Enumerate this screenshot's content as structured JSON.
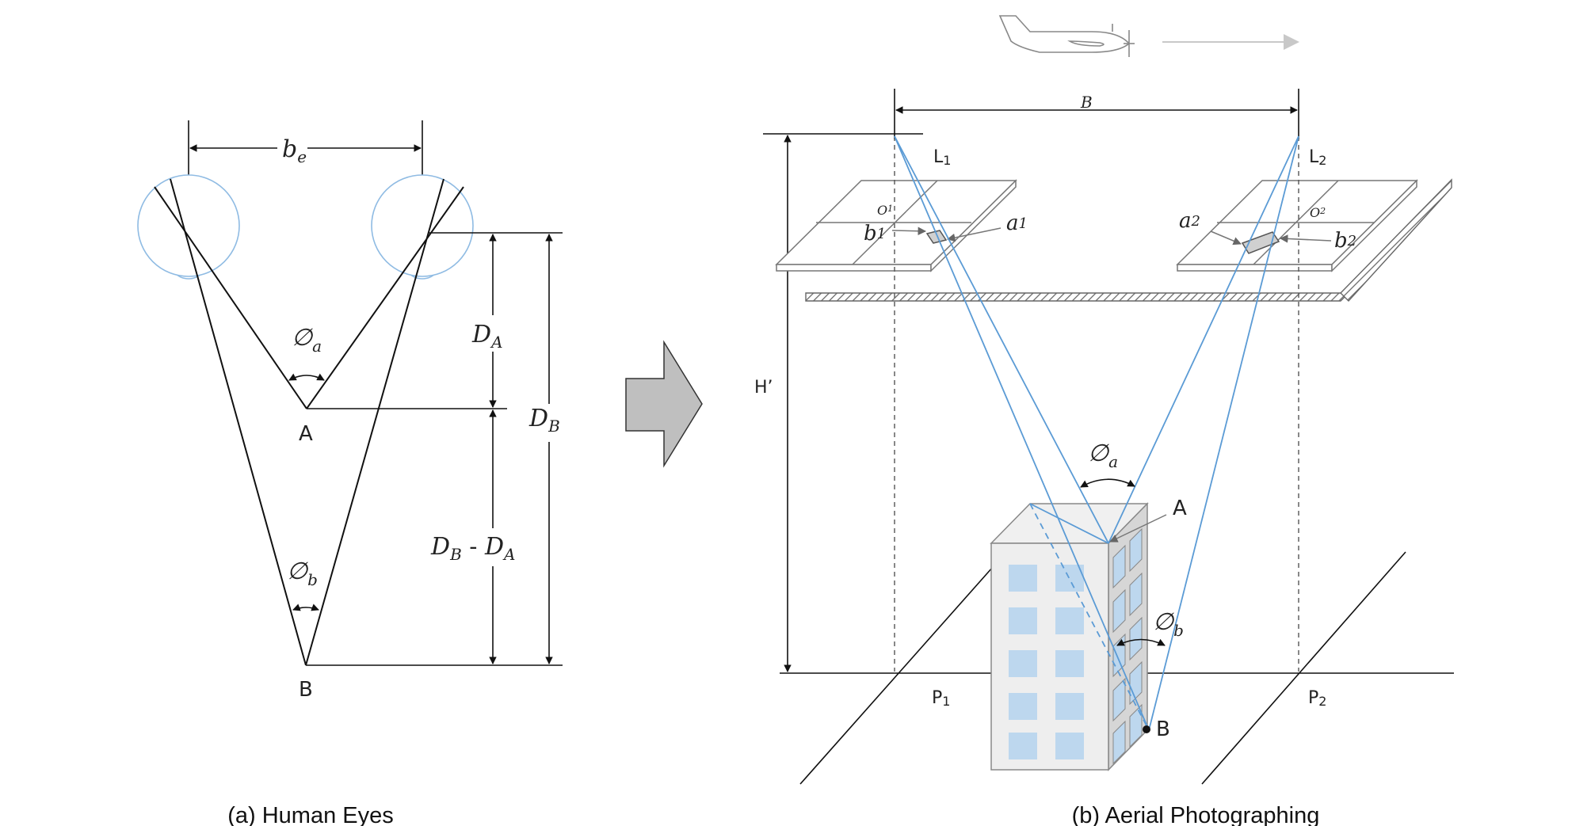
{
  "panel_a": {
    "eye_baseline_label": "b",
    "eye_baseline_sub": "e",
    "angle_a_label": "∅",
    "angle_a_sub": "a",
    "angle_b_label": "∅",
    "angle_b_sub": "b",
    "point_a": "A",
    "point_b": "B",
    "dist_a_label": "D",
    "dist_a_sub": "A",
    "dist_b_label": "D",
    "dist_b_sub": "B",
    "diff_label_1": "D",
    "diff_sub_1": "B",
    "diff_dash": " - ",
    "diff_label_2": "D",
    "diff_sub_2": "A",
    "caption": "(a) Human Eyes"
  },
  "panel_b": {
    "base_label": "B",
    "height_label": "H’",
    "lens1": "L",
    "lens1_sub": "1",
    "lens2": "L",
    "lens2_sub": "2",
    "center1": "O",
    "center1_sub": "1",
    "center2": "O",
    "center2_sub": "2",
    "img_a1": "a",
    "img_a1_sub": "1",
    "img_b1": "b",
    "img_b1_sub": "1",
    "img_a2": "a",
    "img_a2_sub": "2",
    "img_b2": "b",
    "img_b2_sub": "2",
    "angle_a_label": "∅",
    "angle_a_sub": "a",
    "angle_b_label": "∅",
    "angle_b_sub": "b",
    "point_a": "A",
    "point_b": "B",
    "ground1": "P",
    "ground1_sub": "1",
    "ground2": "P",
    "ground2_sub": "2",
    "caption": "(b) Aerial Photographing"
  },
  "colors": {
    "ray_blue": "#5b9bd5",
    "window_blue": "#bdd7ee",
    "arrow_gray": "#bfbfbf",
    "line_black": "#111111"
  }
}
